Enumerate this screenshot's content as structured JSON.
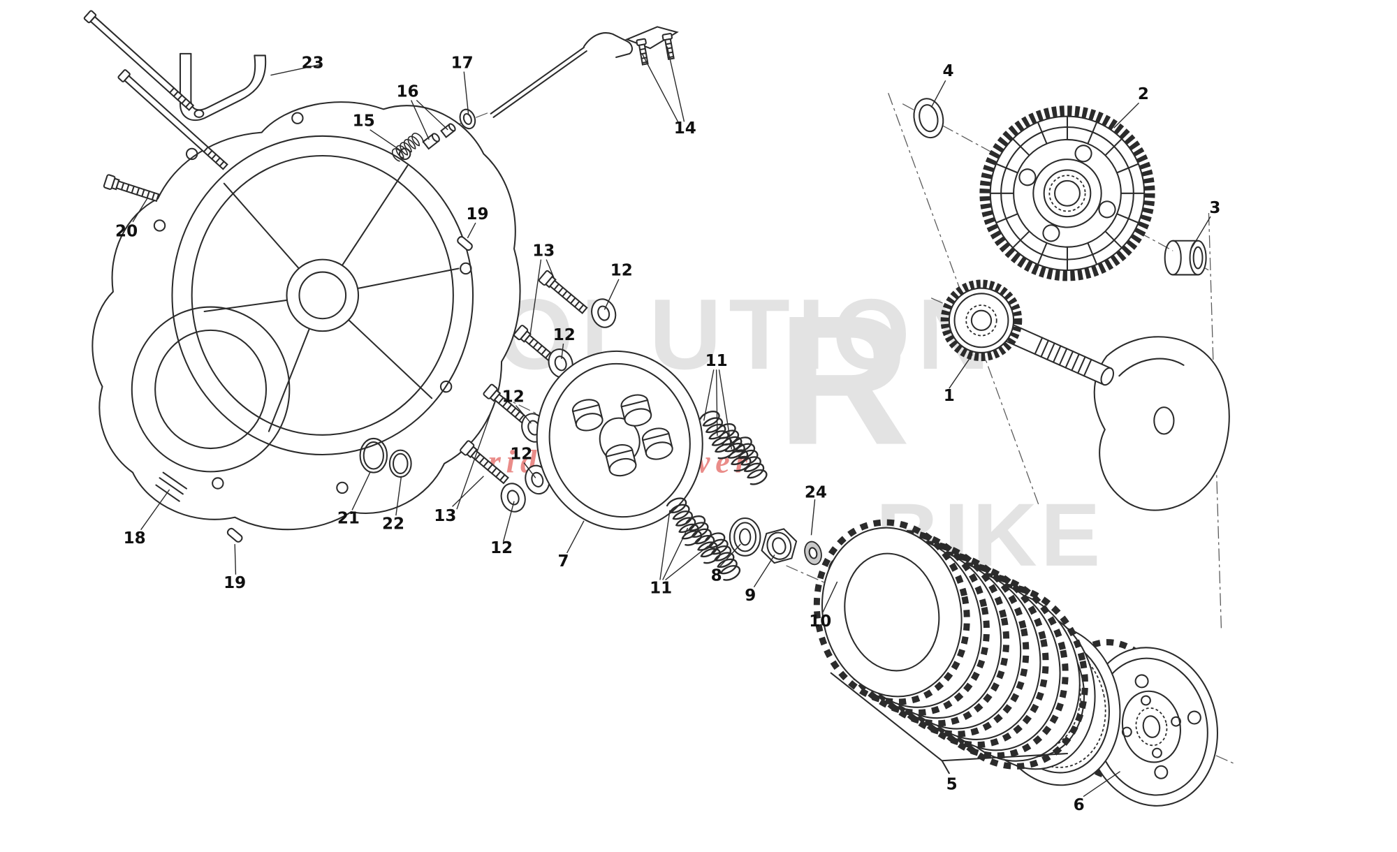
{
  "colors": {
    "line": "#2b2b2b",
    "background": "#ffffff",
    "watermark_gray": "#e3e3e3",
    "watermark_red": "#ea8c89"
  },
  "watermark": {
    "line1": "EVOLUTION",
    "monogram": "R",
    "line2": "BIKE",
    "tagline": "ride the power"
  },
  "callouts": [
    {
      "label": "23"
    },
    {
      "label": "17"
    },
    {
      "label": "16"
    },
    {
      "label": "15"
    },
    {
      "label": "14"
    },
    {
      "label": "4"
    },
    {
      "label": "2"
    },
    {
      "label": "3"
    },
    {
      "label": "20"
    },
    {
      "label": "19"
    },
    {
      "label": "13"
    },
    {
      "label": "12"
    },
    {
      "label": "12"
    },
    {
      "label": "11"
    },
    {
      "label": "1"
    },
    {
      "label": "12"
    },
    {
      "label": "12"
    },
    {
      "label": "13"
    },
    {
      "label": "21"
    },
    {
      "label": "22"
    },
    {
      "label": "24"
    },
    {
      "label": "18"
    },
    {
      "label": "12"
    },
    {
      "label": "7"
    },
    {
      "label": "8"
    },
    {
      "label": "11"
    },
    {
      "label": "9"
    },
    {
      "label": "19"
    },
    {
      "label": "10"
    },
    {
      "label": "5"
    },
    {
      "label": "6"
    }
  ]
}
